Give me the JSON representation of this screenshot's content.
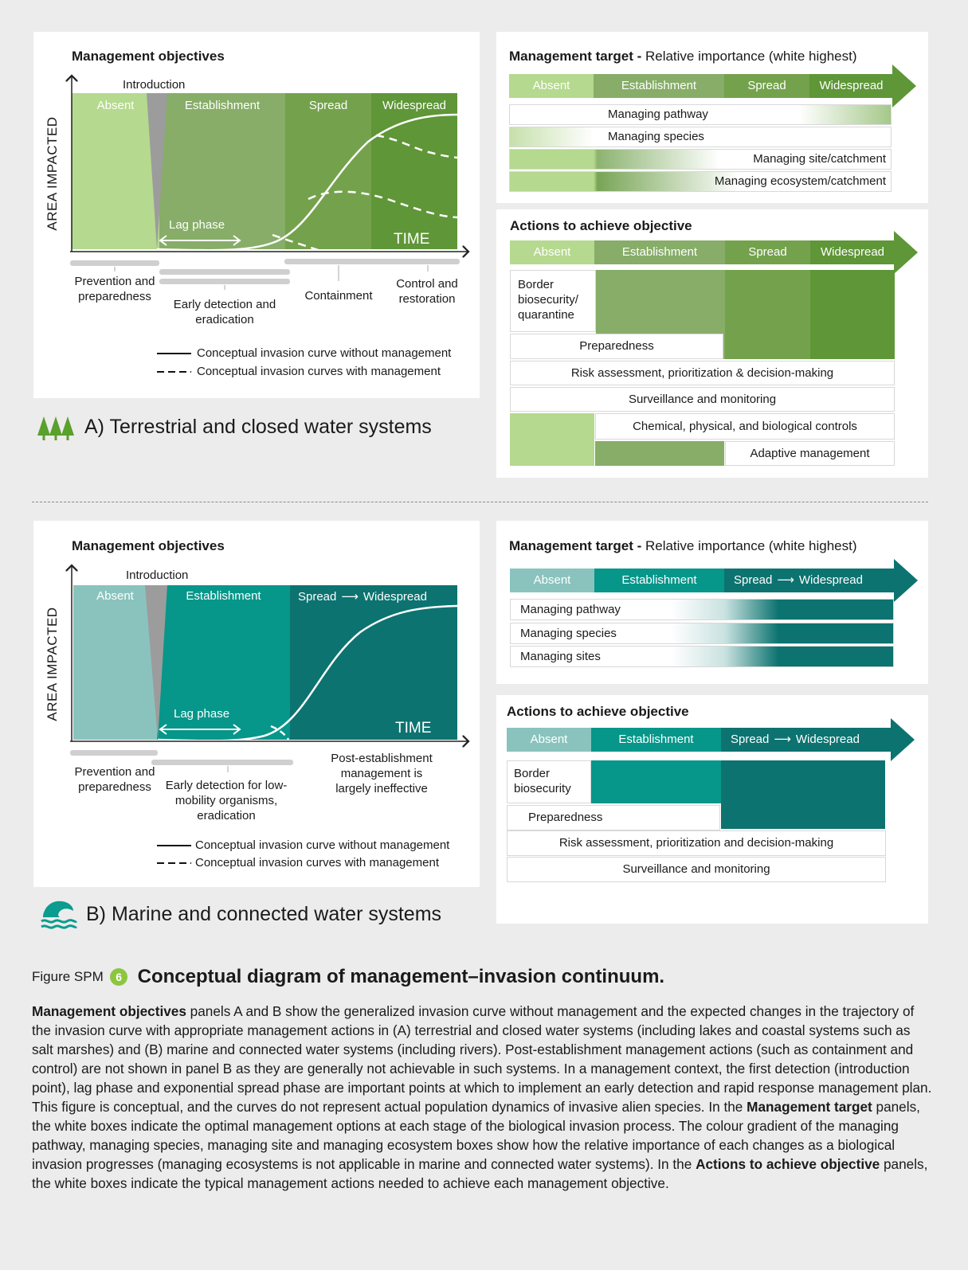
{
  "colors": {
    "page_bg": "#ececec",
    "green_absent": "#b5d98e",
    "green_establishment": "#87ad68",
    "green_spread": "#74a24c",
    "green_widespread": "#5f9638",
    "gray_intro": "#9c9c9c",
    "teal_absent": "#8ac3bd",
    "teal_establishment": "#06968a",
    "teal_spread": "#0c7370",
    "badge": "#8cc63f"
  },
  "terrestrial": {
    "section_title": "A) Terrestrial and closed water systems",
    "section_icon": "trees-icon",
    "objectives": {
      "title": "Management objectives",
      "y_axis_label": "AREA IMPACTED",
      "x_axis_label": "TIME",
      "introduction_label": "Introduction",
      "lag_phase_label": "Lag phase",
      "bands": [
        "Absent",
        "Establishment",
        "Spread",
        "Widespread"
      ],
      "phases": [
        "Prevention and preparedness",
        "Early detection and eradication",
        "Containment",
        "Control and restoration"
      ],
      "legend": {
        "solid": "Conceptual invasion curve without management",
        "dashed": "Conceptual invasion curves with management"
      }
    },
    "target": {
      "title_bold": "Management target -",
      "title_light": " Relative importance (white highest)",
      "bands": [
        "Absent",
        "Establishment",
        "Spread",
        "Widespread"
      ],
      "rows": [
        "Managing pathway",
        "Managing species",
        "Managing site/catchment",
        "Managing ecosystem/catchment"
      ]
    },
    "actions": {
      "title": "Actions to achieve objective",
      "bands": [
        "Absent",
        "Establishment",
        "Spread",
        "Widespread"
      ],
      "items": [
        "Border biosecurity/ quarantine",
        "Preparedness",
        "Risk assessment, prioritization & decision-making",
        "Surveillance and monitoring",
        "Chemical, physical, and biological controls",
        "Adaptive management"
      ]
    }
  },
  "marine": {
    "section_title": "B) Marine and connected water systems",
    "section_icon": "wave-icon",
    "objectives": {
      "title": "Management objectives",
      "y_axis_label": "AREA IMPACTED",
      "x_axis_label": "TIME",
      "introduction_label": "Introduction",
      "lag_phase_label": "Lag phase",
      "bands": [
        "Absent",
        "Establishment",
        "Spread",
        "Widespread"
      ],
      "phases": [
        "Prevention and preparedness",
        "Early detection for low-mobility organisms, eradication",
        "Post-establishment management is largely ineffective"
      ],
      "legend": {
        "solid": "Conceptual invasion curve without management",
        "dashed": "Conceptual invasion curves with management"
      }
    },
    "target": {
      "title_bold": "Management target -",
      "title_light": " Relative importance (white highest)",
      "bands": [
        "Absent",
        "Establishment",
        "Spread",
        "Widespread"
      ],
      "rows": [
        "Managing pathway",
        "Managing species",
        "Managing sites"
      ]
    },
    "actions": {
      "title": "Actions to achieve objective",
      "bands": [
        "Absent",
        "Establishment",
        "Spread",
        "Widespread"
      ],
      "items": [
        "Border biosecurity",
        "Preparedness",
        "Risk assessment, prioritization and decision-making",
        "Surveillance and monitoring"
      ]
    }
  },
  "caption": {
    "figure_label": "Figure SPM",
    "figure_number": "6",
    "title": "Conceptual diagram of management–invasion continuum.",
    "p1_bold": "Management objectives",
    "p1_text": " panels A and B show the generalized invasion curve without management and the expected changes in the trajectory of the invasion curve with appropriate management actions in (A) terrestrial and closed water systems (including lakes and coastal systems such as salt marshes) and (B) marine and connected water systems (including rivers). Post-establishment management actions (such as containment and control) are not shown in panel B as they are generally not achievable in such systems. In a management context, the first detection (introduction point), lag phase and exponential spread phase are important points at which to implement an early detection and rapid response management plan. This figure is conceptual, and the curves do not represent actual population dynamics of invasive alien species. In the ",
    "p2_bold": "Management target",
    "p2_text": " panels, the white boxes indicate the optimal management options at each stage of the biological invasion process. The colour gradient of the managing pathway, managing species, managing site and managing ecosystem boxes show how the relative importance of each changes as a biological invasion progresses (managing ecosystems is not applicable in marine and connected water systems). In the ",
    "p3_bold": "Actions to achieve objective",
    "p3_text": " panels, the white boxes indicate the typical management actions needed to achieve each management objective."
  }
}
